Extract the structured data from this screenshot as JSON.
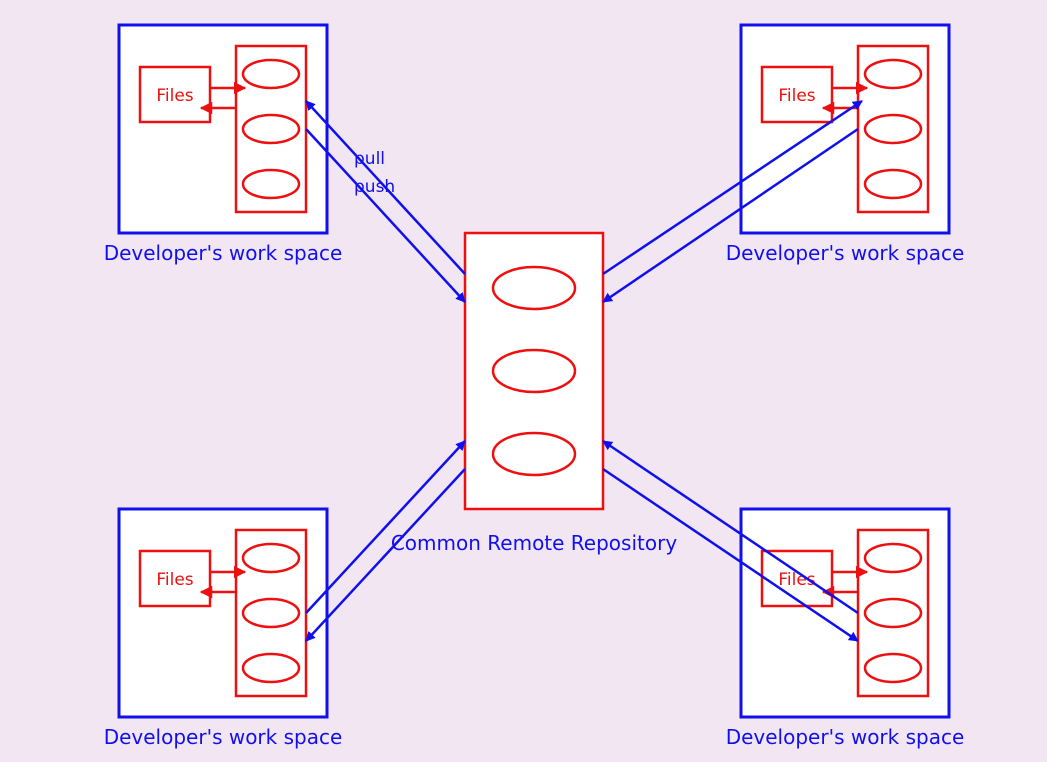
{
  "colors": {
    "background": "#f3e6f3",
    "workspace_frame": "#1010ee",
    "repository": "#ee1010",
    "connector": "#1010ee"
  },
  "repository": {
    "label": "Common Remote Repository"
  },
  "workspaces": [
    {
      "label": "Developer's work space",
      "files_label": "Files"
    },
    {
      "label": "Developer's work space",
      "files_label": "Files"
    },
    {
      "label": "Developer's work space",
      "files_label": "Files"
    },
    {
      "label": "Developer's work space",
      "files_label": "Files"
    }
  ],
  "connection_labels": {
    "pull": "pull",
    "push": "push"
  }
}
